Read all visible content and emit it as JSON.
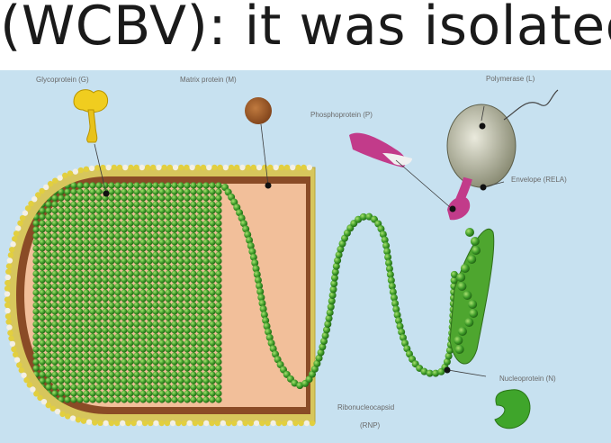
{
  "title": "(WCBV): it was isolated",
  "labels": {
    "glycoprotein": "Glycoprotein (G)",
    "matrix": "Matrix protein (M)",
    "phosphoprotein": "Phosphoprotein (P)",
    "polymerase": "Polymerase (L)",
    "envelope": "Envelope (RELA)",
    "nucleoprotein": "Nucleoprotein (N)",
    "rnp_line1": "Ribonucleocapsid",
    "rnp_line2": "(RNP)"
  },
  "colors": {
    "background": "#c7e1f0",
    "envelope_yellow": "#e0d36a",
    "matrix_brown": "#8a4b26",
    "interior": "#f2bf9a",
    "nucleocapsid_green": "#3c9a28",
    "phospho_pink": "#c23b8a",
    "polymerase_grey": "#a7a88a",
    "glycoprotein_yellow": "#f0cd1f"
  }
}
